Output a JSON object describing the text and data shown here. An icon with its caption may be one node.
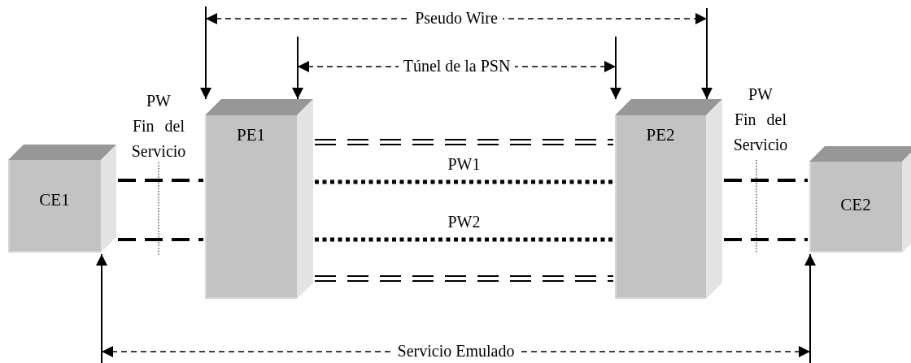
{
  "diagram": {
    "nodes": [
      {
        "text": [
          "CE1"
        ]
      },
      {
        "text": [
          "PE1"
        ]
      },
      {
        "text": [
          "PE2"
        ]
      },
      {
        "text": [
          "CE2"
        ]
      }
    ],
    "edges": [
      {
        "from": 1,
        "to": 2,
        "arrow": "none",
        "style": "dashed"
      },
      {
        "from": 0,
        "to": 1,
        "arrow": "none",
        "style": "dashed"
      },
      {
        "from": 1,
        "to": 2,
        "arrow": "none",
        "style": "dashed",
        "label": "PW1"
      },
      {
        "from": 2,
        "to": 3,
        "arrow": "none",
        "style": "dashed"
      },
      {
        "from": 0,
        "to": 1,
        "arrow": "none",
        "style": "dashed"
      },
      {
        "from": 1,
        "to": 2,
        "arrow": "none",
        "style": "dashed",
        "label": "PW2"
      },
      {
        "from": 2,
        "to": 3,
        "arrow": "none",
        "style": "dashed"
      },
      {
        "from": 1,
        "to": 2,
        "arrow": "none",
        "style": "dashed"
      },
      {
        "from": 1,
        "to": 2,
        "arrow": "both",
        "style": "dashed",
        "label": "Pseudo Wire"
      },
      {
        "from": 1,
        "to": 2,
        "arrow": "both",
        "style": "dashed",
        "label": "Túnel de la PSN"
      },
      {
        "from": 0,
        "to": 3,
        "arrow": "both",
        "style": "dashed",
        "label": "Servicio Emulado"
      }
    ],
    "labels": [
      "PW Fin del Servicio",
      "PW Fin del Servicio"
    ]
  }
}
